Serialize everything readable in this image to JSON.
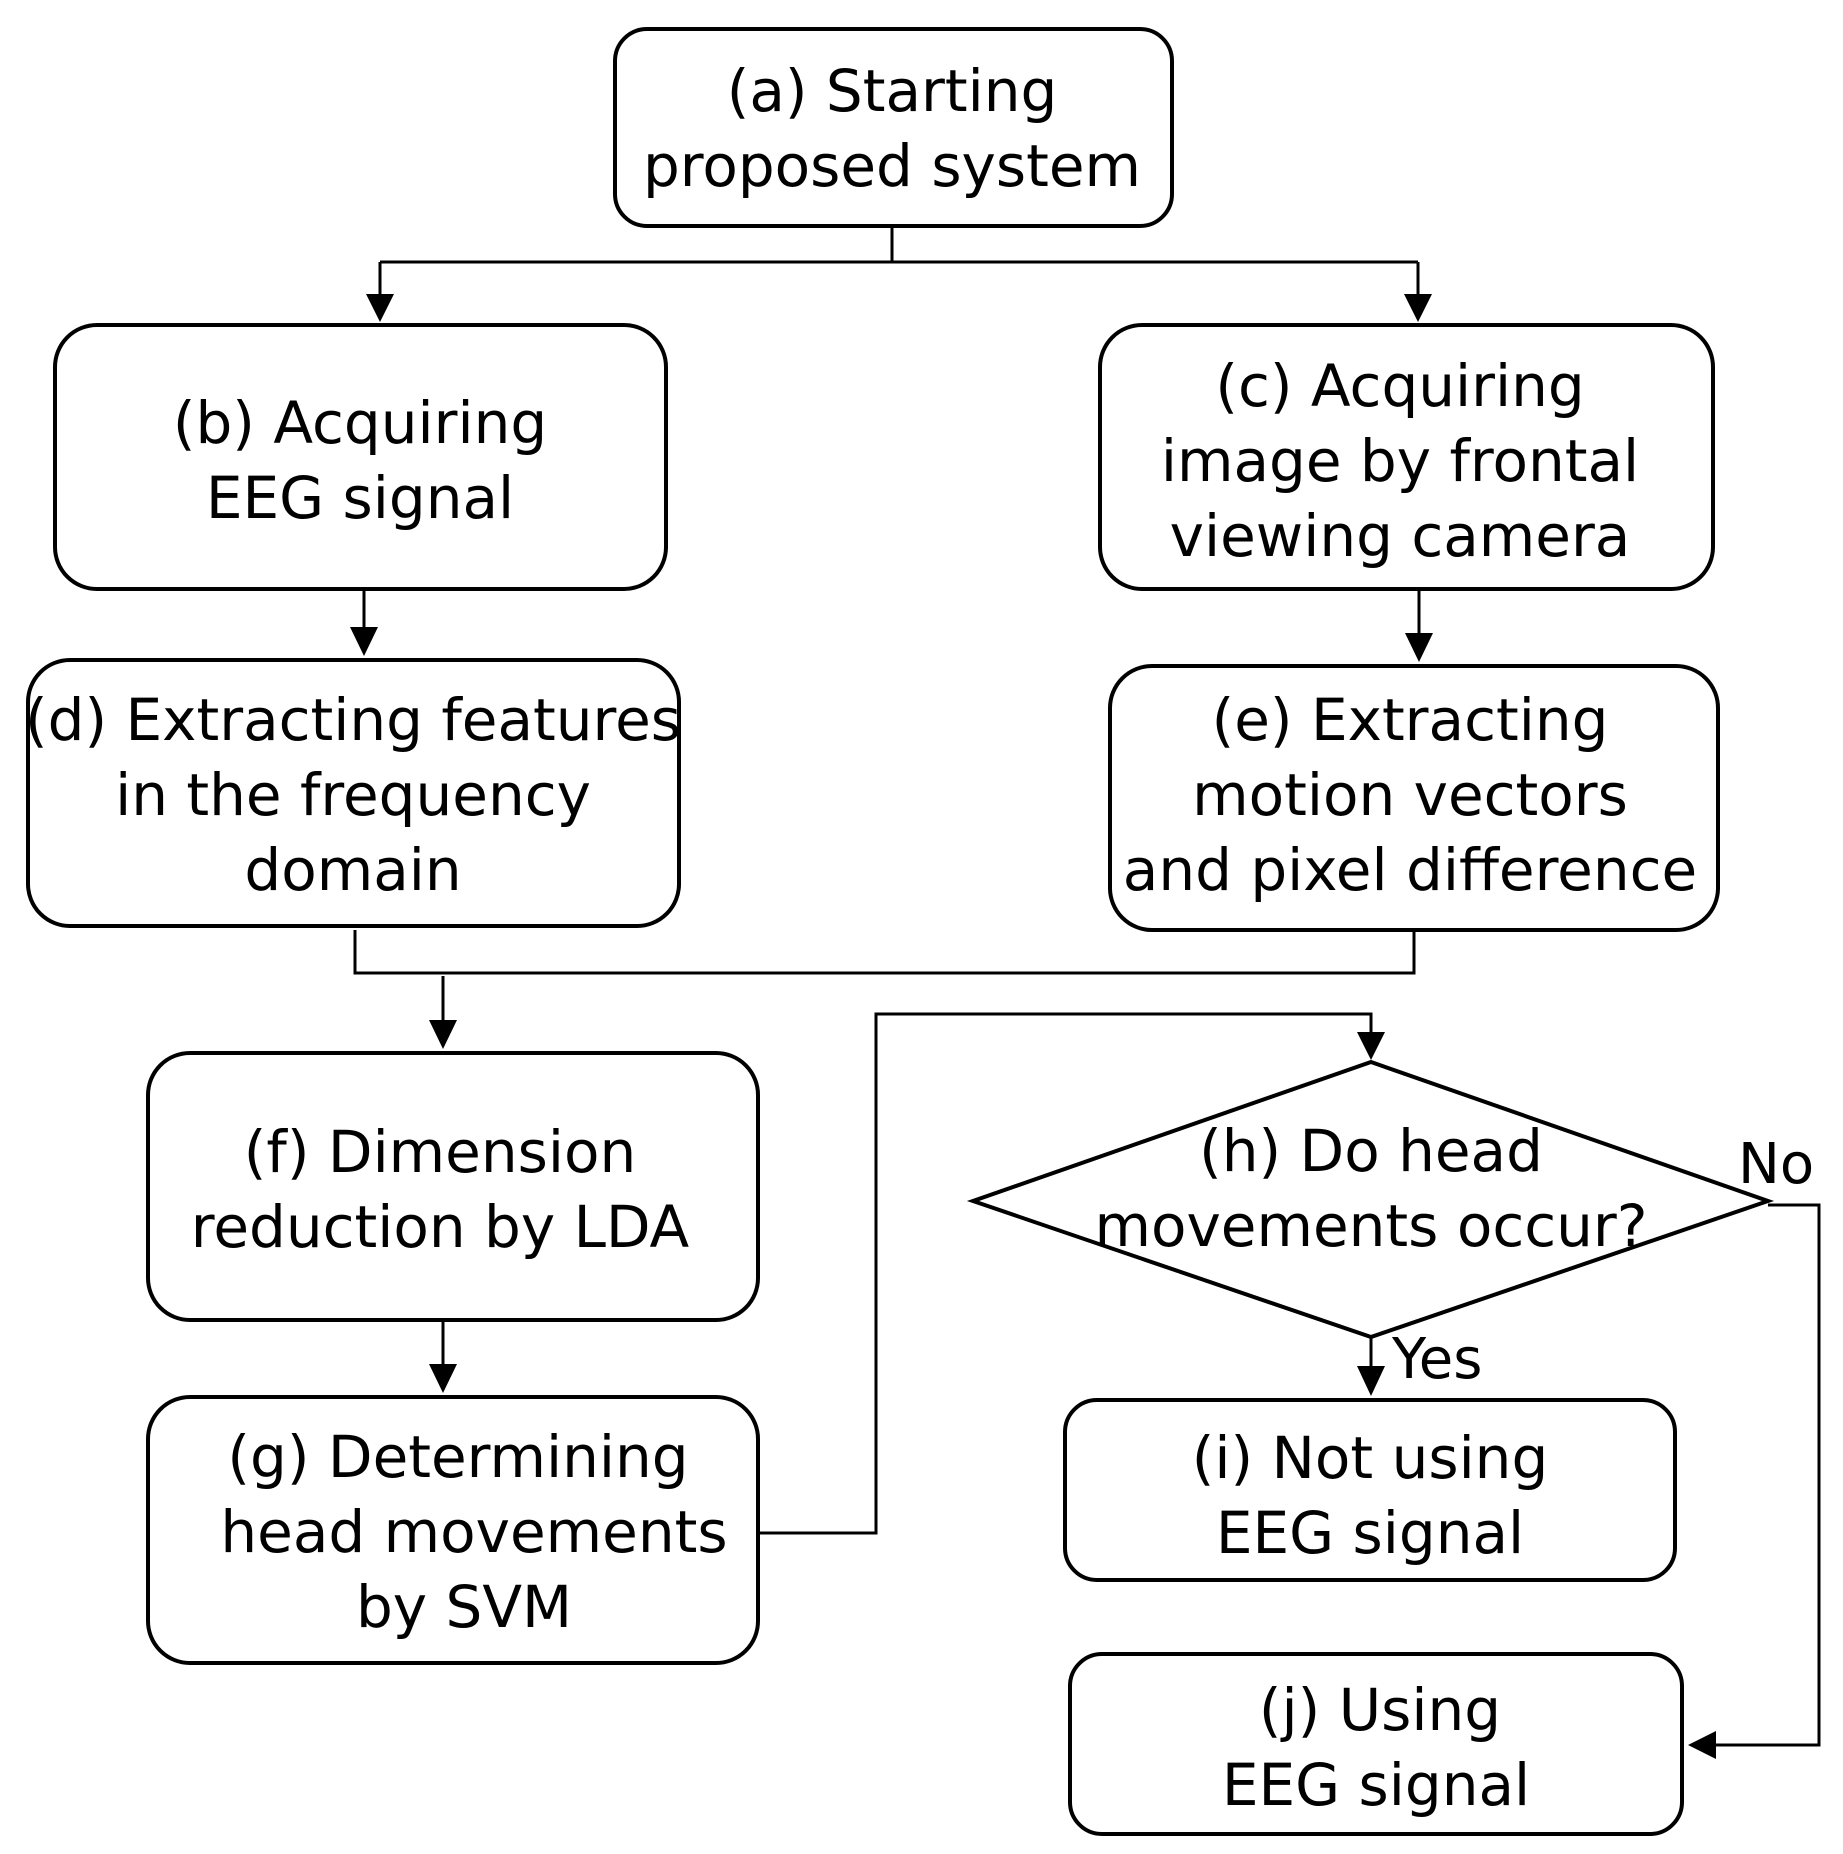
{
  "nodes": {
    "a": {
      "line1": "(a) Starting",
      "line2": "proposed system"
    },
    "b": {
      "line1": "(b) Acquiring",
      "line2": "EEG signal"
    },
    "c": {
      "line1": "(c) Acquiring",
      "line2": "image by frontal",
      "line3": "viewing camera"
    },
    "d": {
      "line1": "(d) Extracting features",
      "line2": "in the frequency",
      "line3": "domain"
    },
    "e": {
      "line1": "(e) Extracting",
      "line2": "motion vectors",
      "line3": "and pixel difference"
    },
    "f": {
      "line1": "(f) Dimension",
      "line2": "reduction by LDA"
    },
    "g": {
      "line1": "(g) Determining",
      "line2": "head movements",
      "line3": "by SVM"
    },
    "h": {
      "line1": "(h) Do head",
      "line2": "movements occur?"
    },
    "i": {
      "line1": "(i) Not using",
      "line2": "EEG signal"
    },
    "j": {
      "line1": "(j) Using",
      "line2": "EEG signal"
    }
  },
  "edge_labels": {
    "yes": "Yes",
    "no": "No"
  }
}
